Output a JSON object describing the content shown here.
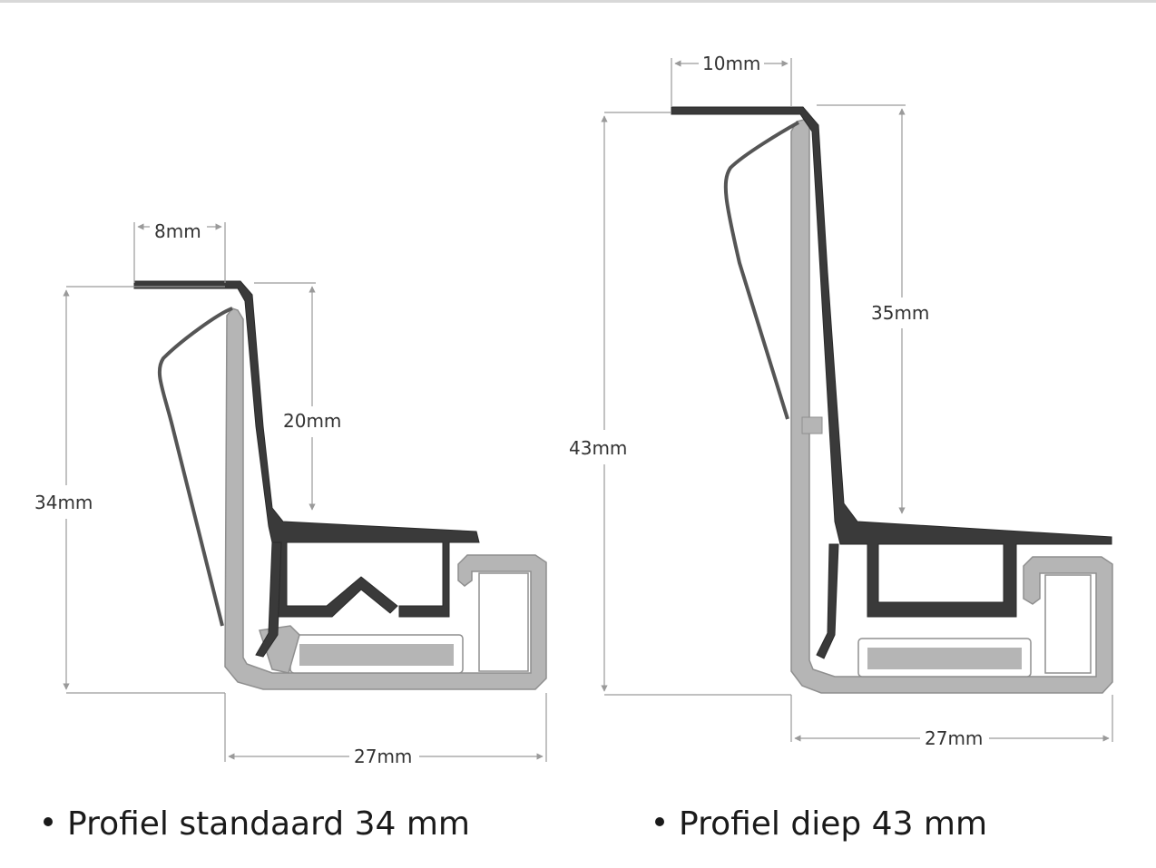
{
  "profiles": [
    {
      "caption": "Profiel standaard 34 mm",
      "height_label": "34mm",
      "top_width_label": "8mm",
      "inner_height_label": "20mm",
      "base_width_label": "27mm"
    },
    {
      "caption": "Profiel diep 43 mm",
      "height_label": "43mm",
      "top_width_label": "10mm",
      "inner_height_label": "35mm",
      "base_width_label": "27mm"
    }
  ],
  "colors": {
    "dark_profile": "#3a3a3a",
    "light_profile": "#b5b5b5",
    "dimension_line": "#9a9a9a",
    "text": "#333333"
  }
}
